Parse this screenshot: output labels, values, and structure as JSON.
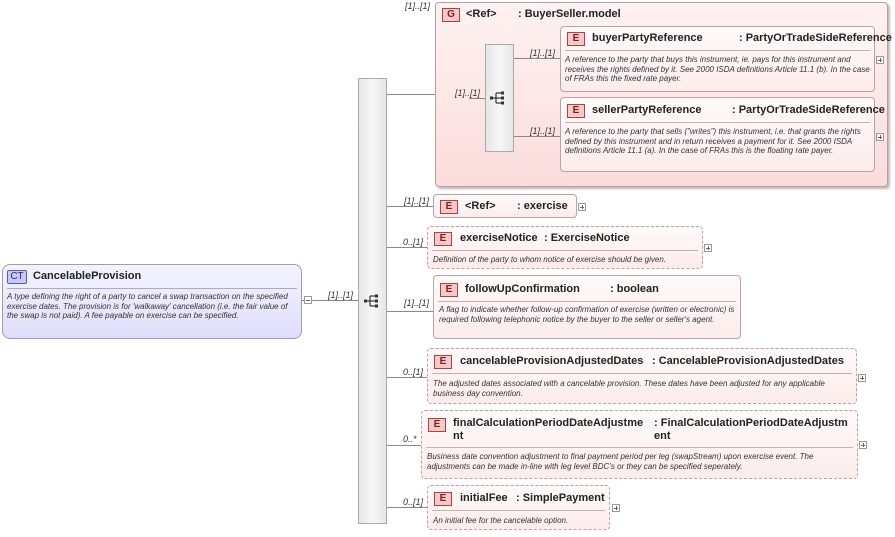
{
  "ct": {
    "badge": "CT",
    "name": "CancelableProvision",
    "description": "A type defining the right of a party to cancel a swap transaction on the specified exercise dates. The provision is for 'walkaway' cancellation (i.e. the fair value of the swap is not paid). A fee payable on exercise can be specified.",
    "seq_cardinality": "[1]..[1]"
  },
  "group": {
    "badge": "G",
    "ref": "<Ref>",
    "type": ": BuyerSeller.model",
    "cardinality": "[1]..[1]",
    "seq_cardinality": "[1]..[1]",
    "elements": [
      {
        "badge": "E",
        "name": "buyerPartyReference",
        "type": ": PartyOrTradeSideReference",
        "cardinality": "[1]..[1]",
        "description": "A reference to the party that buys this instrument, ie. pays for this instrument and receives the rights defined by it. See 2000 ISDA definitions Article 11.1 (b). In the case of FRAs this the fixed rate payer."
      },
      {
        "badge": "E",
        "name": "sellerPartyReference",
        "type": ": PartyOrTradeSideReference",
        "cardinality": "[1]..[1]",
        "description": "A reference to the party that sells (\"writes\") this instrument, i.e. that grants the rights defined by this instrument and in return receives a payment for it. See 2000 ISDA definitions Article 11.1 (a). In the case of FRAs this is the floating rate payer."
      }
    ]
  },
  "elements": [
    {
      "badge": "E",
      "ref": "<Ref>",
      "name": "",
      "type": ": exercise",
      "cardinality": "[1]..[1]",
      "description": ""
    },
    {
      "badge": "E",
      "name": "exerciseNotice",
      "type": ": ExerciseNotice",
      "cardinality": "0..[1]",
      "description": "Definition of the party to whom notice of exercise should be given."
    },
    {
      "badge": "E",
      "name": "followUpConfirmation",
      "type": ": boolean",
      "cardinality": "[1]..[1]",
      "description": "A flag to indicate whether follow-up confirmation of exercise (written or electronic) is required following telephonic notice by the buyer to the seller or seller's agent."
    },
    {
      "badge": "E",
      "name": "cancelableProvisionAdjustedDates",
      "type": ": CancelableProvisionAdjustedDates",
      "cardinality": "0..[1]",
      "description": "The adjusted dates associated with a cancelable provision. These dates have been adjusted for any applicable business day convention."
    },
    {
      "badge": "E",
      "name_line1": "finalCalculationPeriodDateAdjustme",
      "name_line2": "nt",
      "type_line1": ": FinalCalculationPeriodDateAdjustm",
      "type_line2": "ent",
      "cardinality": "0..*",
      "description": "Business date convention adjustment to final payment period per leg (swapStream) upon exercise event. The adjustments can be made in-line with leg level BDC's or they can be specified seperately."
    },
    {
      "badge": "E",
      "name": "initialFee",
      "type": ": SimplePayment",
      "cardinality": "0..[1]",
      "description": "An initial fee for the cancelable option."
    }
  ]
}
